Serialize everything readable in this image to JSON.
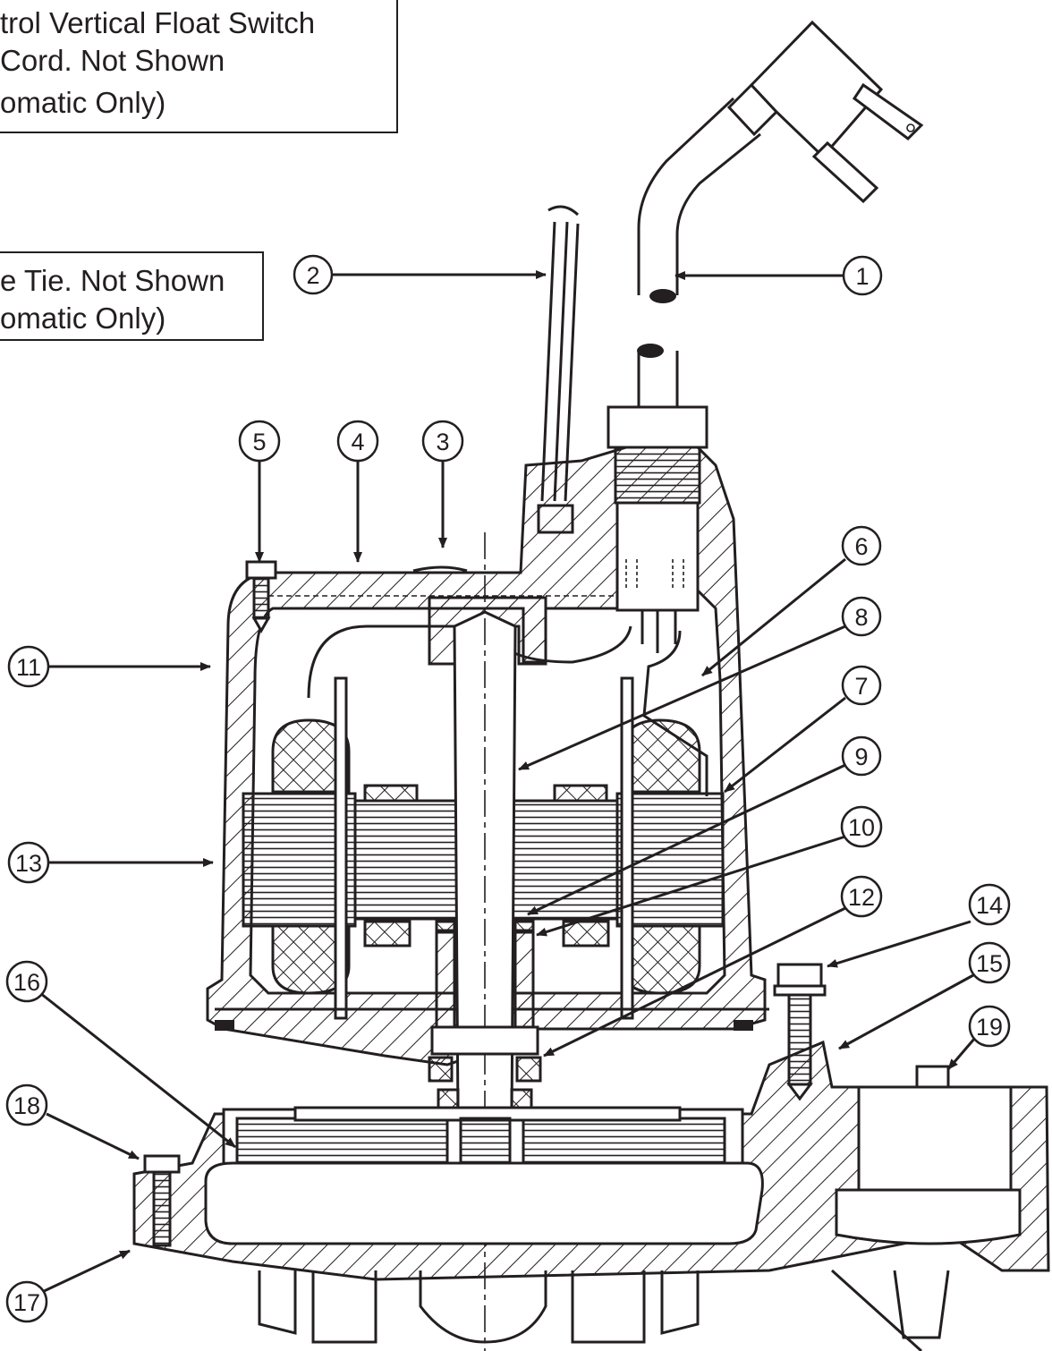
{
  "notes": [
    {
      "lines": [
        "trol Vertical Float Switch",
        "Cord. Not Shown",
        "omatic Only)"
      ]
    },
    {
      "lines": [
        "e Tie. Not Shown",
        "omatic Only)"
      ]
    }
  ],
  "callouts": [
    "1",
    "2",
    "3",
    "4",
    "5",
    "6",
    "7",
    "8",
    "9",
    "10",
    "11",
    "12",
    "13",
    "14",
    "15",
    "16",
    "17",
    "18",
    "19"
  ],
  "colors": {
    "ink": "#231f20",
    "paper": "#ffffff"
  }
}
